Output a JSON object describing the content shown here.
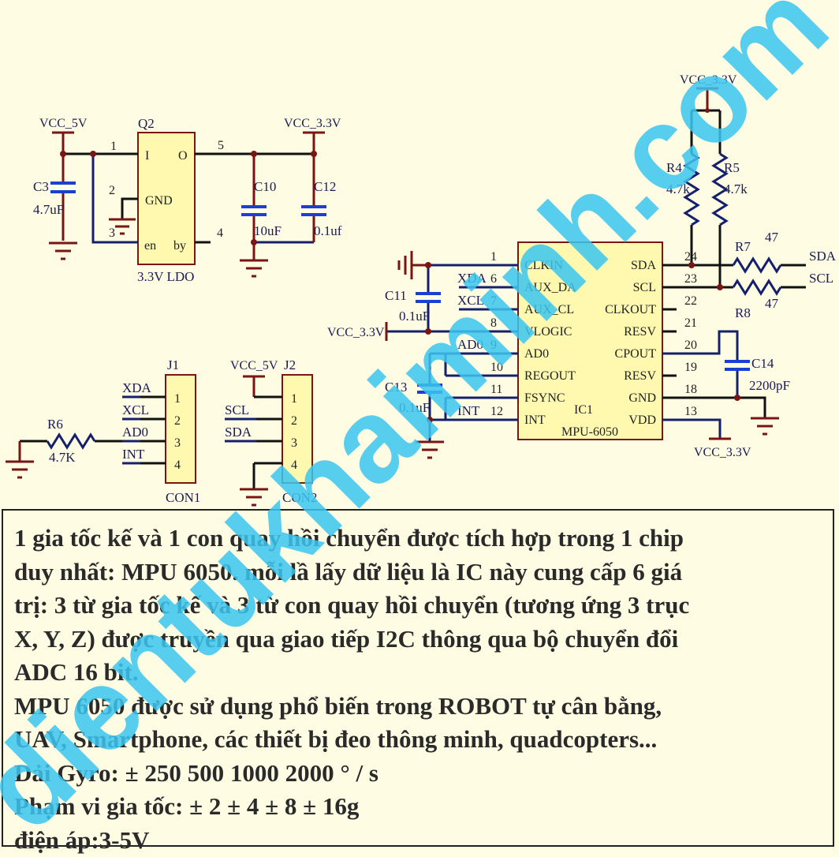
{
  "ldo": {
    "ref": "Q2",
    "name": "3.3V  LDO",
    "pin_I": "I",
    "pin_O": "O",
    "pin_GND": "GND",
    "pin_en": "en",
    "pin_by": "by",
    "n1": "1",
    "n2": "2",
    "n3": "3",
    "n4": "4",
    "n5": "5"
  },
  "power": {
    "vcc5": "VCC_5V",
    "vcc33": "VCC_3.3V"
  },
  "caps": {
    "c3": "C3",
    "c3v": "4.7uF",
    "c10": "C10",
    "c10v": "10uF",
    "c12": "C12",
    "c12v": "0.1uf",
    "c11": "C11",
    "c11v": "0.1uF",
    "c13": "C13",
    "c13v": "0.1uF",
    "c14": "C14",
    "c14v": "2200pF"
  },
  "res": {
    "r4": "R4",
    "r4v": "4.7k",
    "r5": "R5",
    "r5v": "4.7k",
    "r7": "R7",
    "r7v": "47",
    "r8": "R8",
    "r8v": "47",
    "r6": "R6",
    "r6v": "4.7K"
  },
  "ic": {
    "ref": "IC1",
    "name": "MPU-6050",
    "left": [
      {
        "n": "1",
        "p": "CLKIN",
        "net": ""
      },
      {
        "n": "6",
        "p": "AUX_DA",
        "net": "XDA"
      },
      {
        "n": "7",
        "p": "AUX_CL",
        "net": "XCL"
      },
      {
        "n": "8",
        "p": "VLOGIC",
        "net": ""
      },
      {
        "n": "9",
        "p": "AD0",
        "net": "AD0"
      },
      {
        "n": "10",
        "p": "REGOUT",
        "net": ""
      },
      {
        "n": "11",
        "p": "FSYNC",
        "net": ""
      },
      {
        "n": "12",
        "p": "INT",
        "net": "INT"
      }
    ],
    "right": [
      {
        "n": "24",
        "p": "SDA"
      },
      {
        "n": "23",
        "p": "SCL"
      },
      {
        "n": "22",
        "p": "CLKOUT"
      },
      {
        "n": "21",
        "p": "RESV"
      },
      {
        "n": "20",
        "p": "CPOUT"
      },
      {
        "n": "19",
        "p": "RESV"
      },
      {
        "n": "18",
        "p": "GND"
      },
      {
        "n": "13",
        "p": "VDD"
      }
    ],
    "out_sda": "SDA",
    "out_scl": "SCL"
  },
  "j1": {
    "ref": "J1",
    "name": "CON1",
    "nets": [
      "XDA",
      "XCL",
      "AD0",
      "INT"
    ],
    "pins": [
      "1",
      "2",
      "3",
      "4"
    ]
  },
  "j2": {
    "ref": "J2",
    "name": "CON2",
    "nets": [
      "SCL",
      "SDA"
    ],
    "pins": [
      "1",
      "2",
      "3",
      "4"
    ]
  },
  "description": [
    "1 gia tốc kế và 1 con quay hồi chuyển được tích hợp trong 1 chip",
    "duy nhất: MPU 6050. mỗi lầ lấy dữ liệu là IC này cung cấp 6 giá",
    "trị: 3 từ gia tốc kế và 3 từ con quay hồi chuyển (tương ứng 3 trục",
    "X, Y, Z) được truyền qua giao tiếp I2C thông qua bộ chuyển đổi",
    "ADC 16 bit.",
    "MPU 6050 được sử dụng phổ biến trong ROBOT tự cân bằng,",
    "UAV, Smartphone, các thiết bị đeo thông minh, quadcopters...",
    "Dải Gyro: ± 250 500 1000 2000 ° / s",
    "Phạm vi gia tốc: ± 2 ± 4 ± 8 ± 16g",
    "điện áp:3-5V"
  ],
  "watermark": {
    "text": "dientukhaiminh.com",
    "color": "#3cc6f0"
  }
}
